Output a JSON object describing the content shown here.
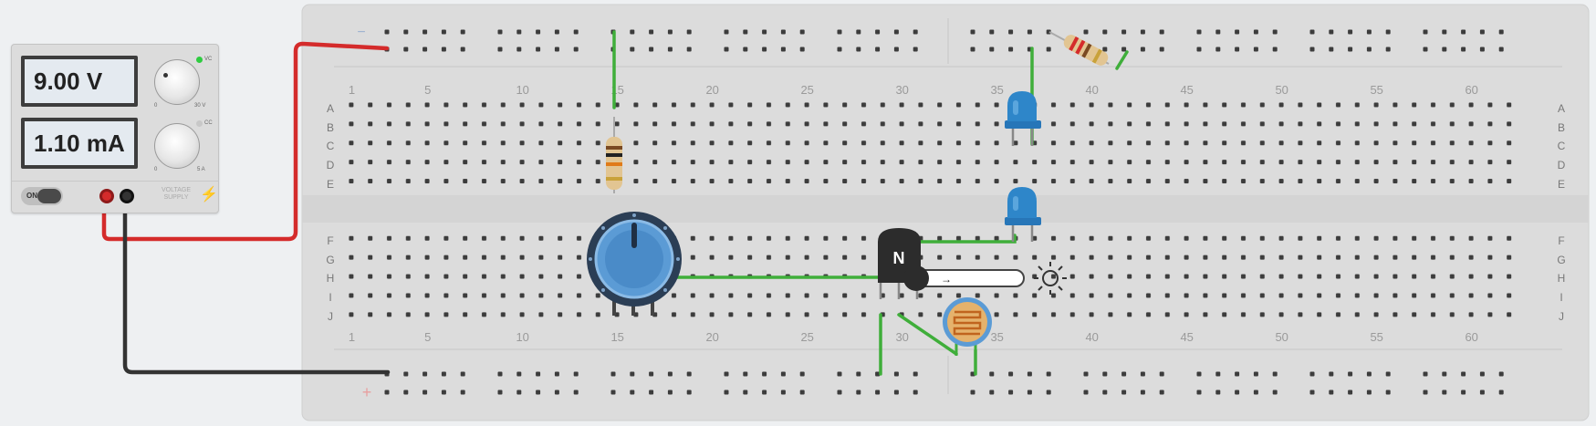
{
  "power_supply": {
    "voltage_display": "9.00 V",
    "current_display": "1.10 mA",
    "power_label": "ON",
    "supply_label_line1": "VOLTAGE",
    "supply_label_line2": "SUPPLY",
    "voltage_knob_min": "0",
    "voltage_knob_max": "30 V",
    "current_knob_min": "0",
    "current_knob_max": "5 A",
    "vc_label": "VC",
    "cc_label": "CC",
    "vc_indicator_color": "#2ecc40",
    "cc_indicator_color": "#c8c8c8"
  },
  "breadboard": {
    "row_letters_top": [
      "A",
      "B",
      "C",
      "D",
      "E"
    ],
    "row_letters_bottom": [
      "F",
      "G",
      "H",
      "I",
      "J"
    ],
    "column_labels": [
      "1",
      "5",
      "10",
      "15",
      "20",
      "25",
      "30",
      "35",
      "40",
      "45",
      "50",
      "55",
      "60"
    ],
    "rail_minus_symbol": "−",
    "rail_plus_symbol": "+"
  },
  "components": {
    "transistor_label": "N",
    "slider_arrow": "→"
  },
  "colors": {
    "wire_red": "#d42b2b",
    "wire_black": "#333333",
    "wire_green": "#3fae3a",
    "breadboard": "#dcdcdc",
    "led_blue": "#2e86c9",
    "pot_blue": "#5b9bd5"
  }
}
